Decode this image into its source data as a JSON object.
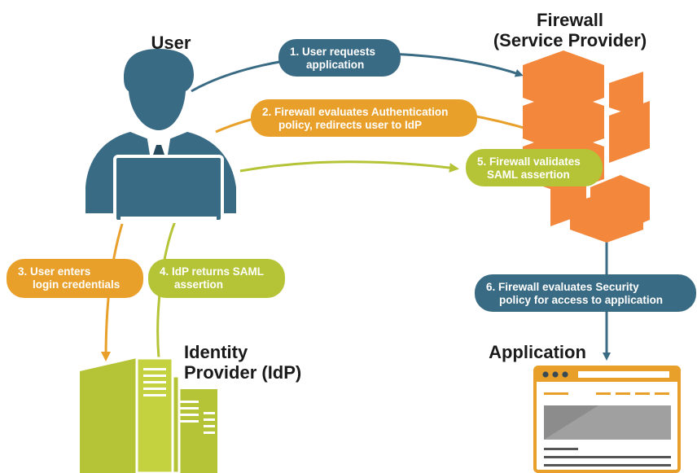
{
  "titles": {
    "user": "User",
    "firewall_line1": "Firewall",
    "firewall_line2": "(Service Provider)",
    "idp_line1": "Identity",
    "idp_line2": "Provider (IdP)",
    "application": "Application"
  },
  "steps": [
    {
      "line1": "1. User requests",
      "line2": "application"
    },
    {
      "line1": "2. Firewall evaluates Authentication",
      "line2": "policy, redirects user to IdP"
    },
    {
      "line1": "3. User enters",
      "line2": "login credentials"
    },
    {
      "line1": "4. IdP returns SAML",
      "line2": "assertion"
    },
    {
      "line1": "5. Firewall validates",
      "line2": "SAML assertion"
    },
    {
      "line1": "6. Firewall evaluates Security",
      "line2": "policy for access to application"
    }
  ],
  "colors": {
    "teal": "#3a6b84",
    "orange": "#e8a02a",
    "green": "#b5c436",
    "firewall": "#f3873c",
    "server": "#b5c436"
  },
  "icons": [
    "user-icon",
    "laptop-icon",
    "firewall-icon",
    "server-icon",
    "application-window-icon"
  ]
}
